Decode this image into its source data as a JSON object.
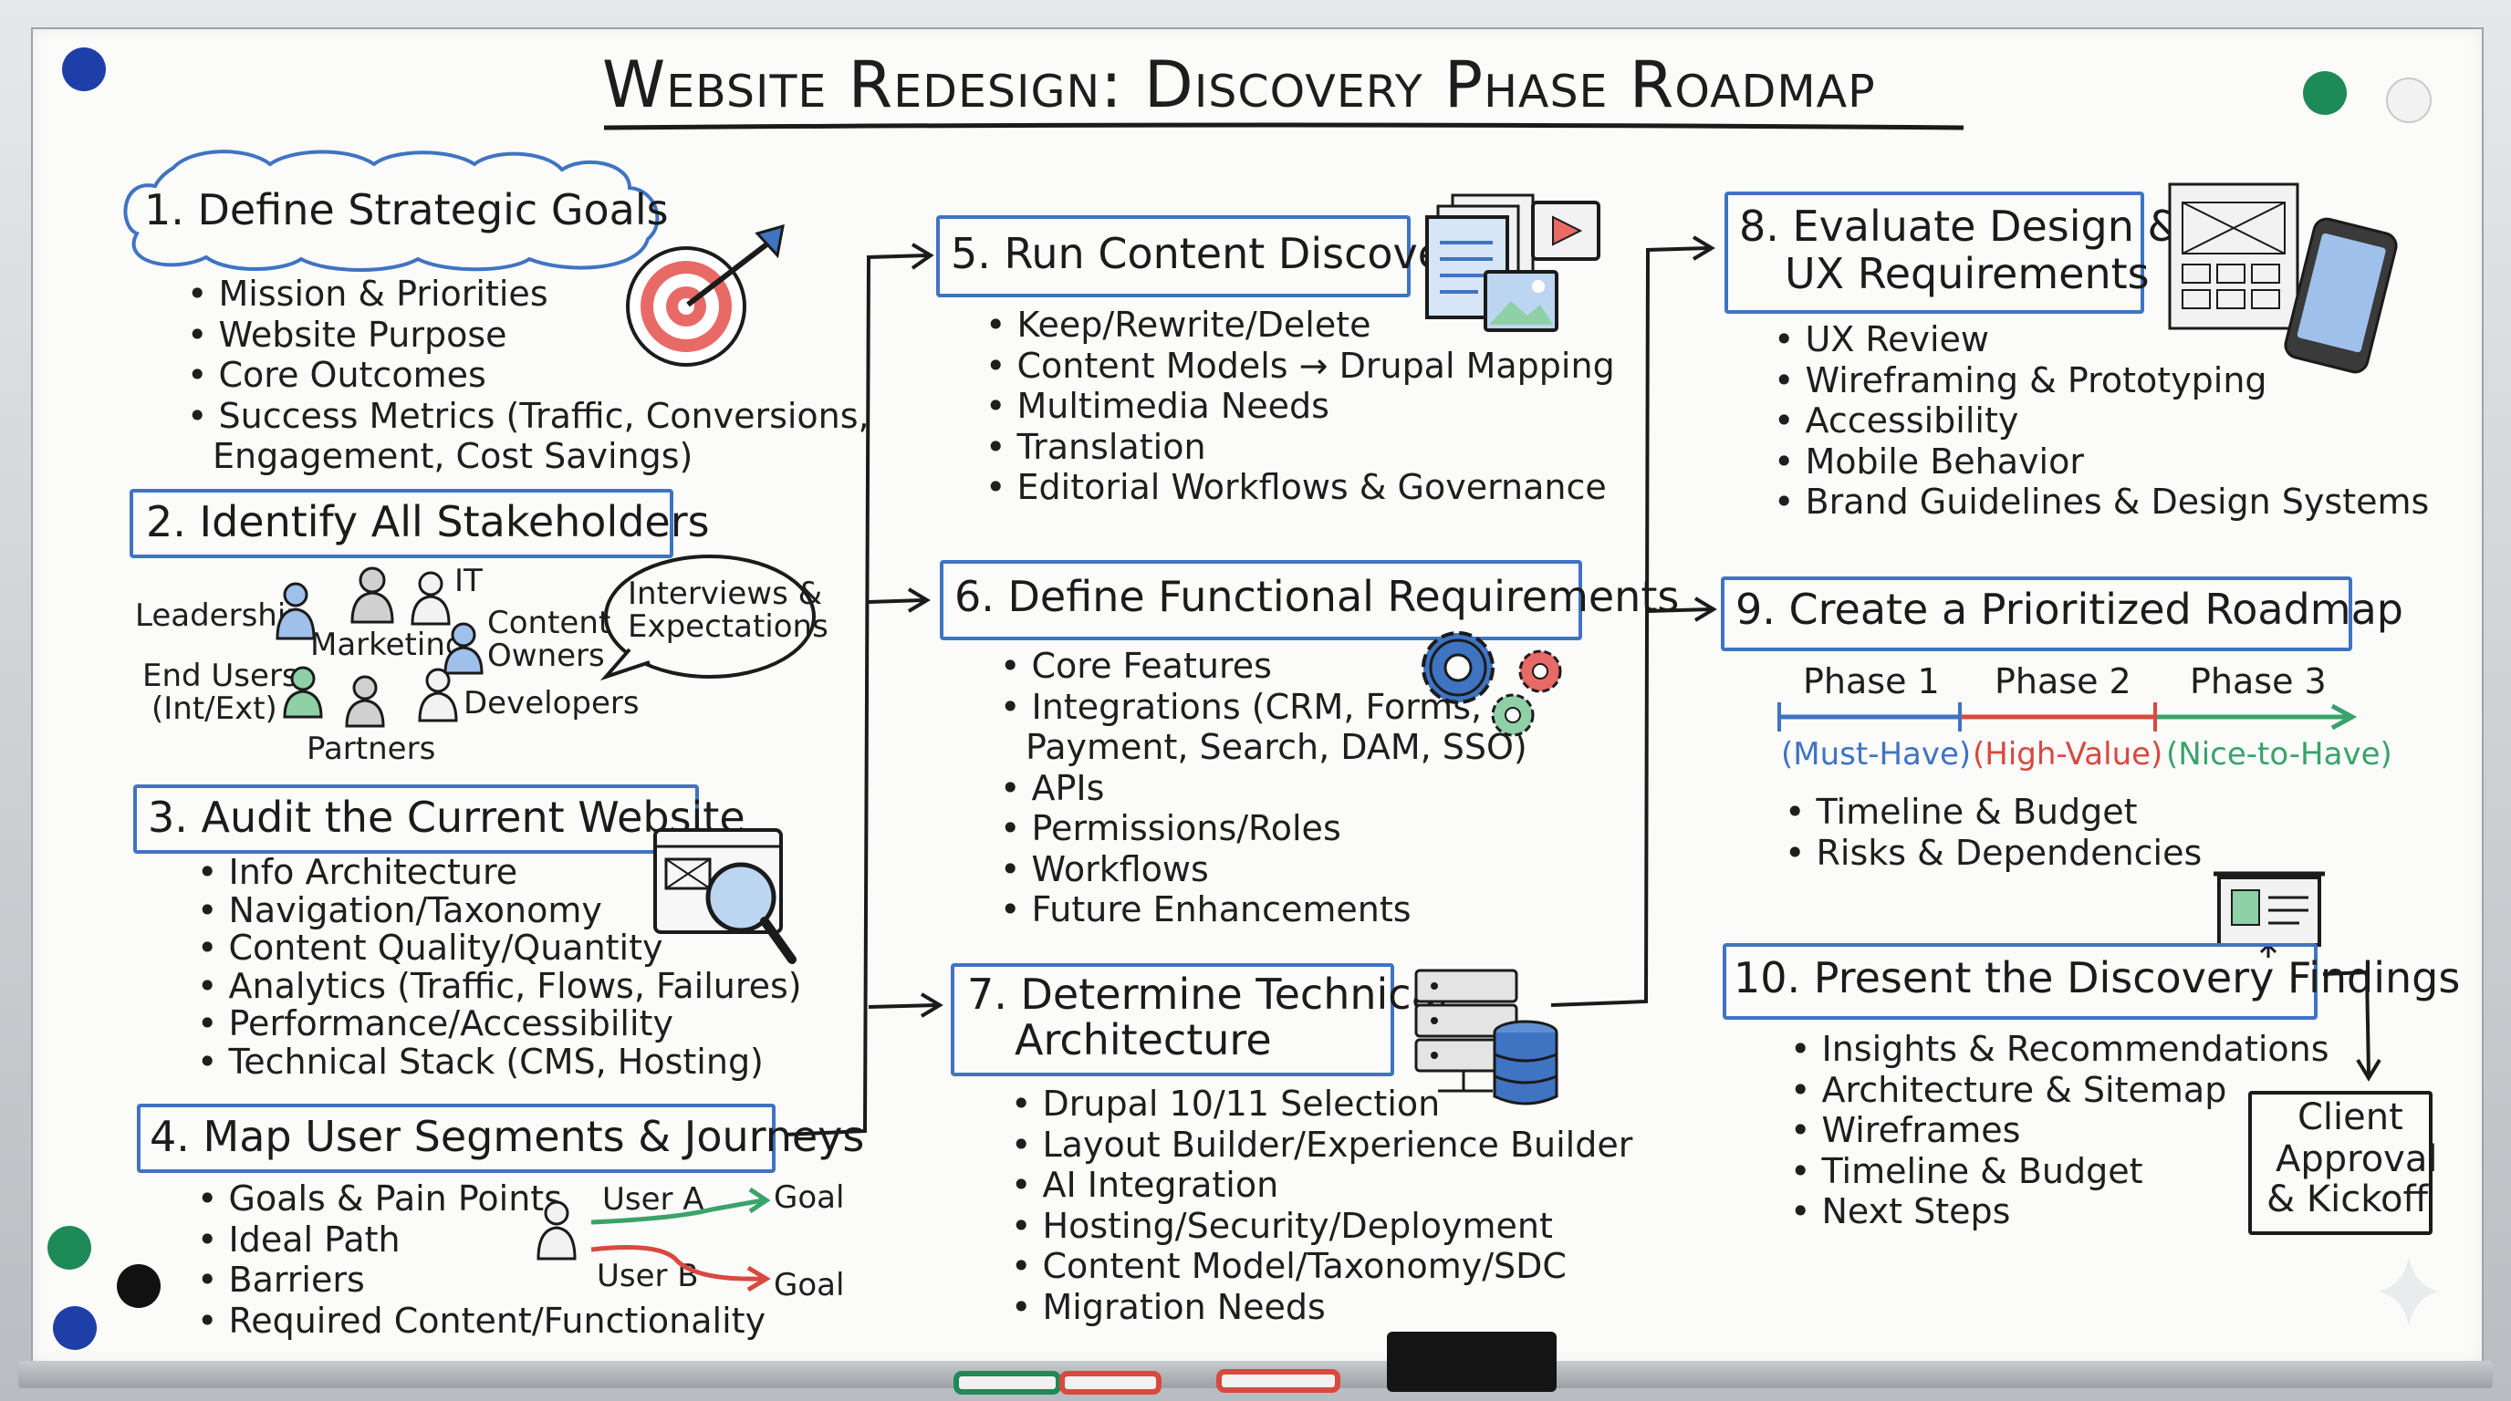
{
  "title": "Website Redesign: Discovery Phase Roadmap",
  "steps": {
    "s1": {
      "title": "1. Define Strategic Goals",
      "bullets": [
        "Mission & Priorities",
        "Website Purpose",
        "Core Outcomes",
        "Success Metrics (Traffic, Conversions,"
      ],
      "cont": "Engagement, Cost Savings)"
    },
    "s2": {
      "title": "2. Identify All Stakeholders",
      "roles": {
        "leadership": "Leadership",
        "marketing": "Marketing",
        "it": "IT",
        "content_owners_1": "Content",
        "content_owners_2": "Owners",
        "end_users_1": "End Users",
        "end_users_2": "(Int/Ext)",
        "developers": "Developers",
        "partners": "Partners"
      },
      "bubble_1": "Interviews &",
      "bubble_2": "Expectations"
    },
    "s3": {
      "title": "3. Audit the Current Website",
      "bullets": [
        "Info Architecture",
        "Navigation/Taxonomy",
        "Content Quality/Quantity",
        "Analytics (Traffic, Flows, Failures)",
        "Performance/Accessibility",
        "Technical Stack (CMS, Hosting)"
      ]
    },
    "s4": {
      "title": "4. Map User Segments & Journeys",
      "bullets": [
        "Goals & Pain Points",
        "Ideal Path",
        "Barriers",
        "Required Content/Functionality"
      ],
      "user_a": "User A",
      "user_b": "User B",
      "goal_a": "Goal",
      "goal_b": "Goal"
    },
    "s5": {
      "title": "5. Run Content Discovery",
      "bullets": [
        "Keep/Rewrite/Delete",
        "Content Models → Drupal Mapping",
        "Multimedia Needs",
        "Translation",
        "Editorial Workflows & Governance"
      ]
    },
    "s6": {
      "title": "6. Define Functional Requirements",
      "bullets": [
        "Core Features",
        "Integrations (CRM, Forms,"
      ],
      "cont": "Payment, Search, DAM, SSO)",
      "bullets2": [
        "APIs",
        "Permissions/Roles",
        "Workflows",
        "Future Enhancements"
      ]
    },
    "s7": {
      "title_1": "7. Determine Technical",
      "title_2": "Architecture",
      "bullets": [
        "Drupal 10/11 Selection",
        "Layout Builder/Experience Builder",
        "AI Integration",
        "Hosting/Security/Deployment",
        "Content Model/Taxonomy/SDC",
        "Migration Needs"
      ]
    },
    "s8": {
      "title_1": "8. Evaluate Design &",
      "title_2": "UX Requirements",
      "bullets": [
        "UX Review",
        "Wireframing & Prototyping",
        "Accessibility",
        "Mobile Behavior",
        "Brand Guidelines & Design Systems"
      ]
    },
    "s9": {
      "title": "9. Create a Prioritized Roadmap",
      "phases": [
        {
          "name": "Phase 1",
          "tag": "(Must-Have)"
        },
        {
          "name": "Phase 2",
          "tag": "(High-Value)"
        },
        {
          "name": "Phase 3",
          "tag": "(Nice-to-Have)"
        }
      ],
      "bullets": [
        "Timeline & Budget",
        "Risks & Dependencies"
      ]
    },
    "s10": {
      "title": "10. Present the Discovery Findings",
      "bullets": [
        "Insights & Recommendations",
        "Architecture & Sitemap",
        "Wireframes",
        "Timeline & Budget",
        "Next Steps"
      ],
      "approval_1": "Client",
      "approval_2": "Approval",
      "approval_3": "& Kickoff"
    }
  },
  "colors": {
    "box": "#3f74c2",
    "phase1": "#3f74c2",
    "phase2": "#d9493f",
    "phase3": "#3aa36a",
    "ink": "#1b1b1b"
  }
}
